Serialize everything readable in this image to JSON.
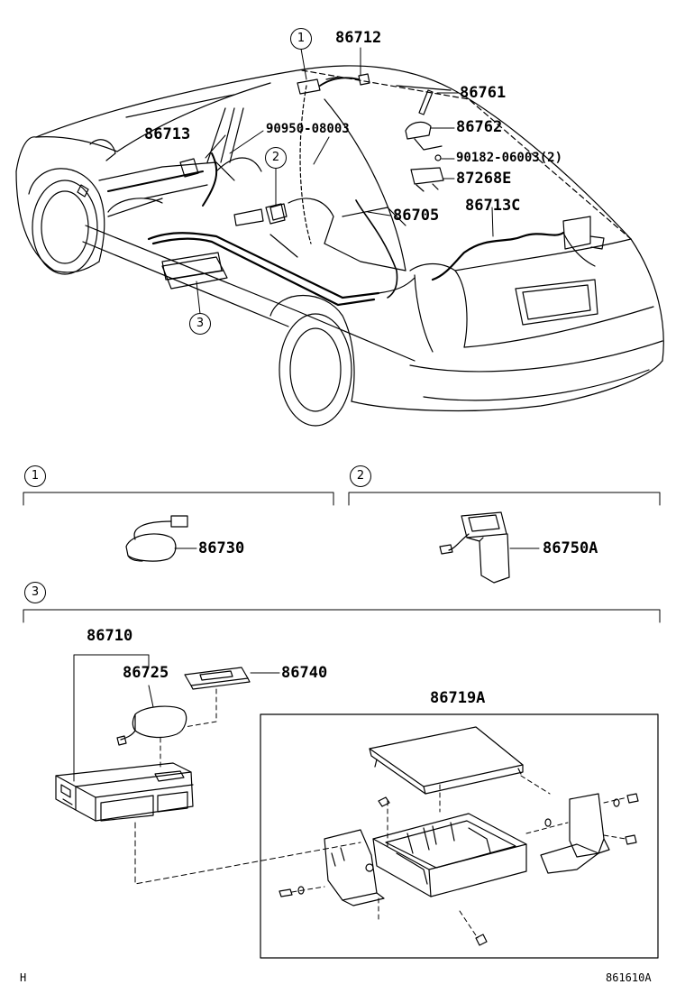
{
  "diagram": {
    "callouts": {
      "c1_top": "1",
      "c2_top": "2",
      "c3_top": "3",
      "c1_sec": "1",
      "c2_sec": "2",
      "c3_sec": "3"
    },
    "parts": {
      "p86712": "86712",
      "p86761": "86761",
      "p86762": "86762",
      "p90182": "90182-06003(2)",
      "p87268E": "87268E",
      "p86713": "86713",
      "p90950": "90950-08003",
      "p86705": "86705",
      "p86713C": "86713C",
      "p86730": "86730",
      "p86750A": "86750A",
      "p86710": "86710",
      "p86725": "86725",
      "p86740": "86740",
      "p86719A": "86719A"
    },
    "footer": {
      "left_code": "H",
      "diagram_id": "861610A"
    }
  }
}
